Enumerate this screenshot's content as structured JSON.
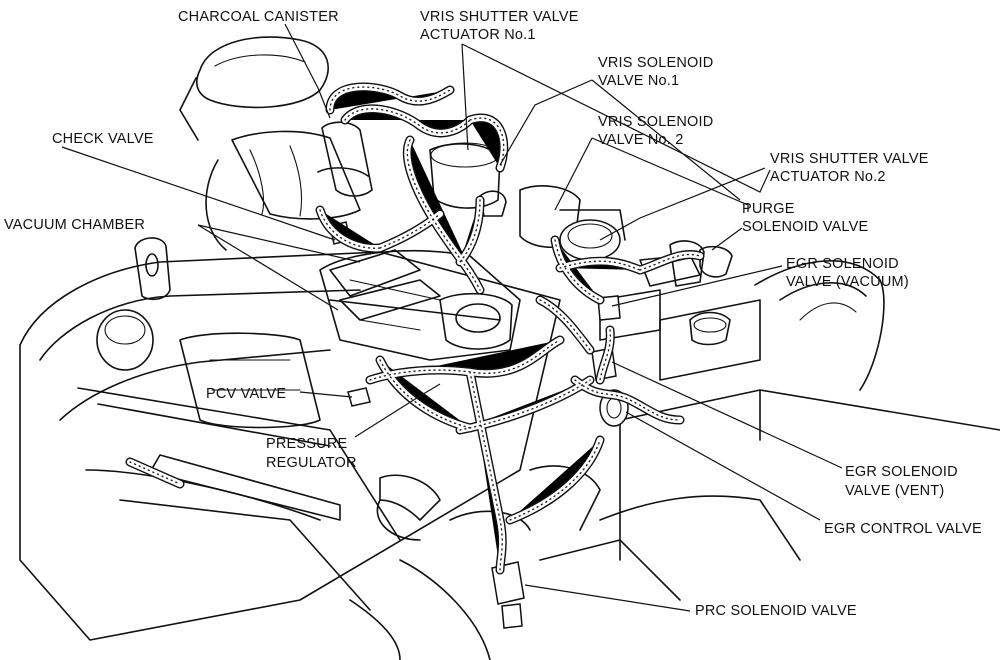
{
  "labels": {
    "charcoal_canister": "CHARCOAL CANISTER",
    "vris_shutter_actuator_1_line1": "VRIS SHUTTER VALVE",
    "vris_shutter_actuator_1_line2": "ACTUATOR No.1",
    "vris_solenoid_1_line1": "VRIS SOLENOID",
    "vris_solenoid_1_line2": "VALVE No.1",
    "vris_solenoid_2_line1": "VRIS  SOLENOID",
    "vris_solenoid_2_line2": "VALVE  No. 2",
    "vris_shutter_actuator_2_line1": "VRIS SHUTTER VALVE",
    "vris_shutter_actuator_2_line2": "ACTUATOR No.2",
    "check_valve": "CHECK VALVE",
    "purge_solenoid_line1": "PURGE",
    "purge_solenoid_line2": "SOLENOID VALVE",
    "vacuum_chamber": "VACUUM CHAMBER",
    "egr_solenoid_vacuum_line1": "EGR  SOLENOID",
    "egr_solenoid_vacuum_line2": "VALVE (VACUUM)",
    "pcv_valve": "PCV VALVE",
    "pressure_regulator_line1": "PRESSURE",
    "pressure_regulator_line2": "REGULATOR",
    "egr_solenoid_vent_line1": "EGR  SOLENOID",
    "egr_solenoid_vent_line2": "VALVE (VENT)",
    "egr_control_valve": "EGR CONTROL VALVE",
    "prc_solenoid_valve": "PRC SOLENOID VALVE"
  }
}
